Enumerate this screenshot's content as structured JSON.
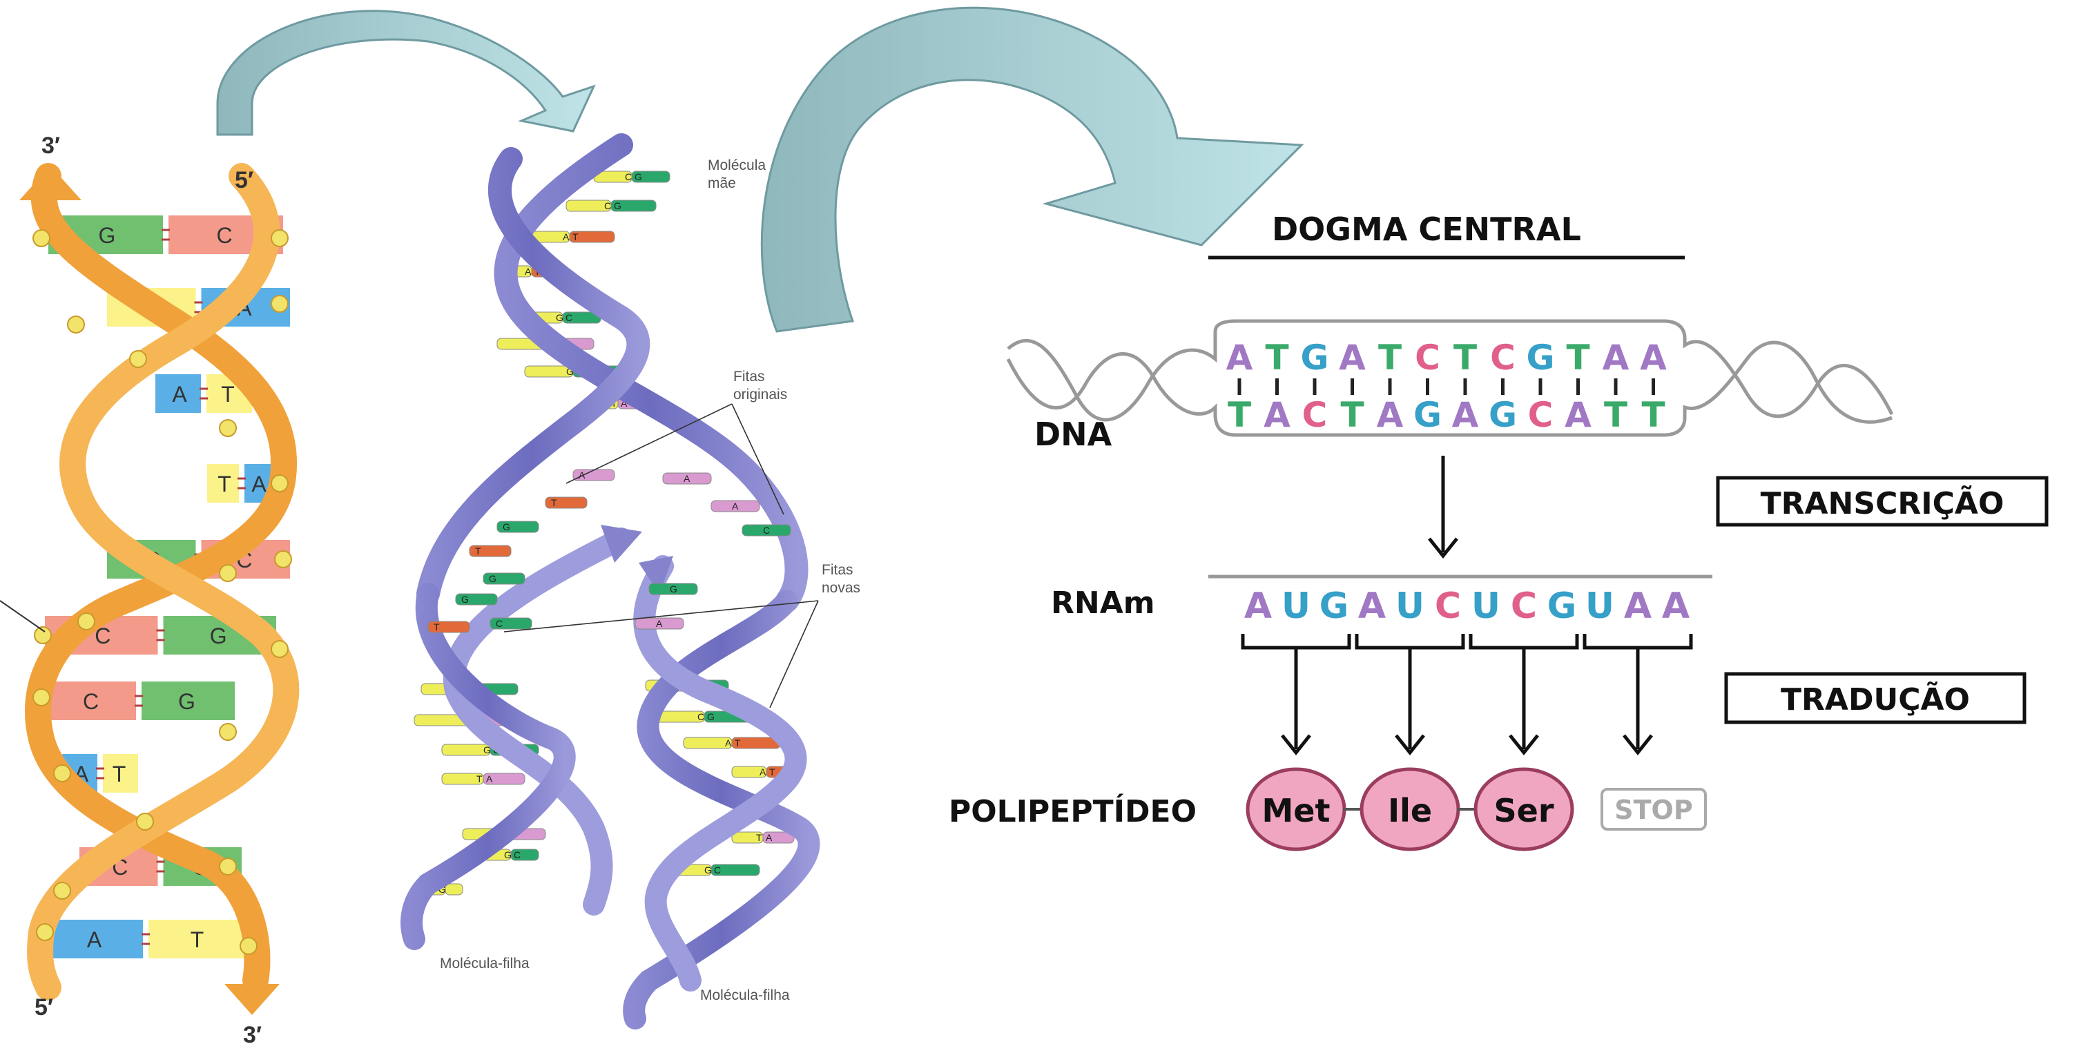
{
  "colors": {
    "G": "#70c070",
    "C": "#f39a8a",
    "T": "#fbf28a",
    "A": "#5ab0e6",
    "backbone_left": "#f5a640",
    "backbone_mid": "#7d7cc8",
    "arrow": "#a8d2d8",
    "mid_G": "#2aa86c",
    "mid_C": "#2aa86c",
    "mid_T": "#e26a3a",
    "mid_A": "#d99ad0",
    "mid_yellow": "#eeee5a",
    "base_A": "#a078c4",
    "base_T": "#3aaa6a",
    "base_G": "#36a0c8",
    "base_C": "#e0608a",
    "base_U": "#36a0c8",
    "peptide": "#f0a5c0"
  },
  "left_helix": {
    "end_labels": [
      "3′",
      "5′",
      "5′",
      "3′"
    ],
    "pairs": [
      [
        "G",
        "C"
      ],
      [
        "T",
        "A"
      ],
      [
        "A",
        "T"
      ],
      [
        "T",
        "A"
      ],
      [
        "G",
        "C"
      ],
      [
        "C",
        "G"
      ],
      [
        "C",
        "G"
      ],
      [
        "A",
        "T"
      ],
      [
        "C",
        "G"
      ],
      [
        "A",
        "T"
      ]
    ]
  },
  "middle_helix": {
    "label_parent": [
      "Molécula",
      "mãe"
    ],
    "label_original": [
      "Fitas",
      "originais"
    ],
    "label_new": [
      "Fitas",
      "novas"
    ],
    "label_daughter_left": "Molécula-filha",
    "label_daughter_right": "Molécula-filha",
    "parent_rungs": [
      [
        "C",
        "G"
      ],
      [
        "C",
        "G"
      ],
      [
        "A",
        "T"
      ],
      [
        "A",
        "T"
      ],
      [
        "G",
        "C"
      ],
      [
        "T",
        "A"
      ],
      [
        "G",
        "C"
      ],
      [
        "T",
        "A"
      ]
    ],
    "left_daughter_rungs": [
      [
        "G",
        "C"
      ],
      [
        "T",
        "A"
      ],
      [
        "G",
        "C"
      ],
      [
        "T",
        "A"
      ],
      [
        "T",
        "A"
      ],
      [
        "G",
        "C"
      ],
      [
        "G",
        ""
      ]
    ],
    "right_daughter_rungs": [
      [
        "G",
        "C"
      ],
      [
        "C",
        "G"
      ],
      [
        "A",
        "T"
      ],
      [
        "A",
        "T"
      ],
      [
        "T",
        "A"
      ],
      [
        "G",
        "C"
      ]
    ],
    "open_left_bases": [
      "A",
      "T",
      "G",
      "T",
      "G",
      "G",
      "C",
      "T"
    ],
    "open_right_bases": [
      "A",
      "A",
      "C",
      "G",
      "A"
    ]
  },
  "dogma": {
    "title": "DOGMA CENTRAL",
    "dna_label": "DNA",
    "dna_top": [
      "A",
      "T",
      "G",
      "A",
      "T",
      "C",
      "T",
      "C",
      "G",
      "T",
      "A",
      "A"
    ],
    "dna_bottom": [
      "T",
      "A",
      "C",
      "T",
      "A",
      "G",
      "A",
      "G",
      "C",
      "A",
      "T",
      "T"
    ],
    "transcription": "TRANSCRIÇÃO",
    "rna_label": "RNAm",
    "rna": [
      "A",
      "U",
      "G",
      "A",
      "U",
      "C",
      "U",
      "C",
      "G",
      "U",
      "A",
      "A"
    ],
    "translation": "TRADUÇÃO",
    "polypeptide_label": "POLIPEPTÍDEO",
    "amino_acids": [
      "Met",
      "Ile",
      "Ser"
    ],
    "stop": "STOP"
  }
}
